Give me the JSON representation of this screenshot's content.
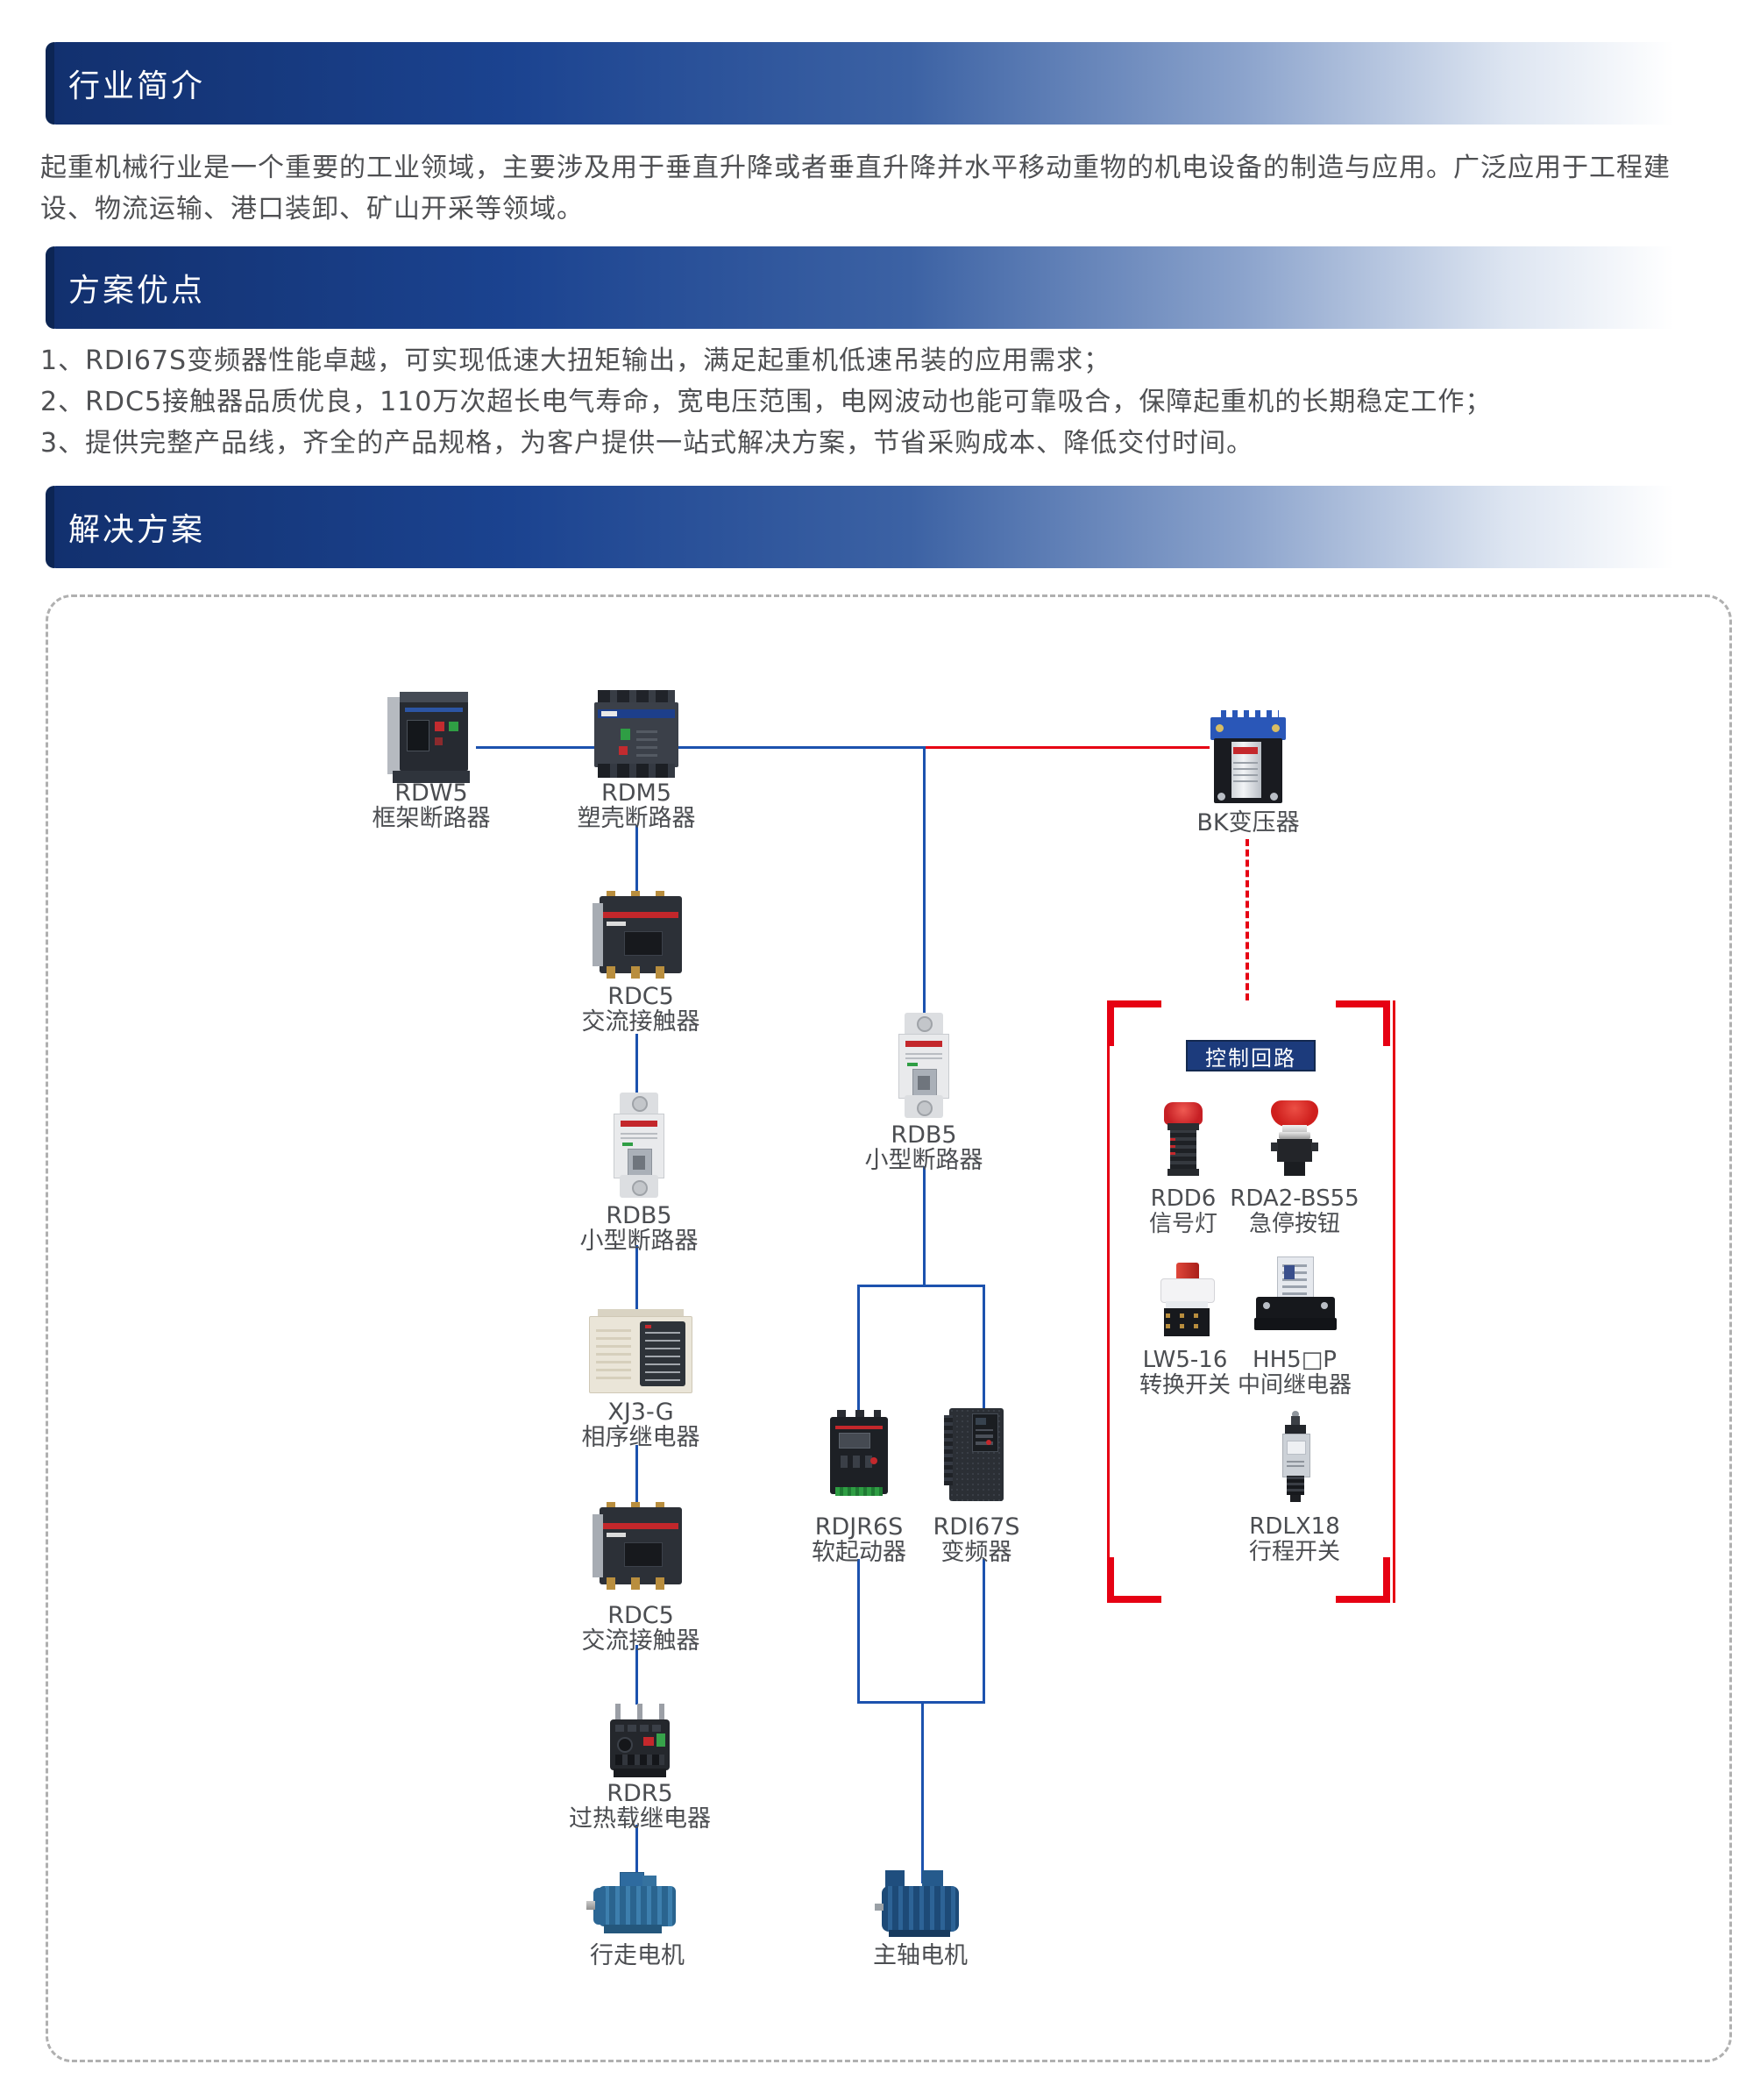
{
  "sections": {
    "industry": {
      "title": "行业简介",
      "body": "起重机械行业是一个重要的工业领域，主要涉及用于垂直升降或者垂直升降并水平移动重物的机电设备的制造与应用。广泛应用于工程建设、物流运输、港口装卸、矿山开采等领域。"
    },
    "advantages": {
      "title": "方案优点",
      "points": [
        "1、RDI67S变频器性能卓越，可实现低速大扭矩输出，满足起重机低速吊装的应用需求；",
        "2、RDC5接触器品质优良，110万次超长电气寿命，宽电压范围，电网波动也能可靠吸合，保障起重机的长期稳定工作；",
        "3、提供完整产品线，齐全的产品规格，为客户提供一站式解决方案，节省采购成本、降低交付时间。"
      ]
    },
    "solution": {
      "title": "解决方案"
    }
  },
  "diagram": {
    "control_box": {
      "label": "控制回路"
    },
    "nodes": {
      "rdw5": {
        "model": "RDW5",
        "name": "框架断路器"
      },
      "rdm5": {
        "model": "RDM5",
        "name": "塑壳断路器"
      },
      "bk": {
        "name": "BK变压器"
      },
      "rdc5a": {
        "model": "RDC5",
        "name": "交流接触器"
      },
      "rdb5a": {
        "model": "RDB5",
        "name": "小型断路器"
      },
      "xj3g": {
        "model": "XJ3-G",
        "name": "相序继电器"
      },
      "rdc5b": {
        "model": "RDC5",
        "name": "交流接触器"
      },
      "rdr5": {
        "model": "RDR5",
        "name": "过热载继电器"
      },
      "walk_motor": {
        "name": "行走电机"
      },
      "rdb5b": {
        "model": "RDB5",
        "name": "小型断路器"
      },
      "rdjr6s": {
        "model": "RDJR6S",
        "name": "软起动器"
      },
      "rdi67s": {
        "model": "RDI67S",
        "name": "变频器"
      },
      "main_motor": {
        "name": "主轴电机"
      },
      "rdd6": {
        "model": "RDD6",
        "name": "信号灯"
      },
      "rda2": {
        "model": "RDA2-BS55",
        "name": "急停按钮"
      },
      "lw5": {
        "model": "LW5-16",
        "name": "转换开关"
      },
      "hh5": {
        "model": "HH5□P",
        "name": "中间继电器"
      },
      "rdlx18": {
        "model": "RDLX18",
        "name": "行程开关"
      }
    },
    "colors": {
      "wire_blue": "#1c52ae",
      "wire_red": "#e60113",
      "badge_navy": "#1c3b7c"
    }
  }
}
